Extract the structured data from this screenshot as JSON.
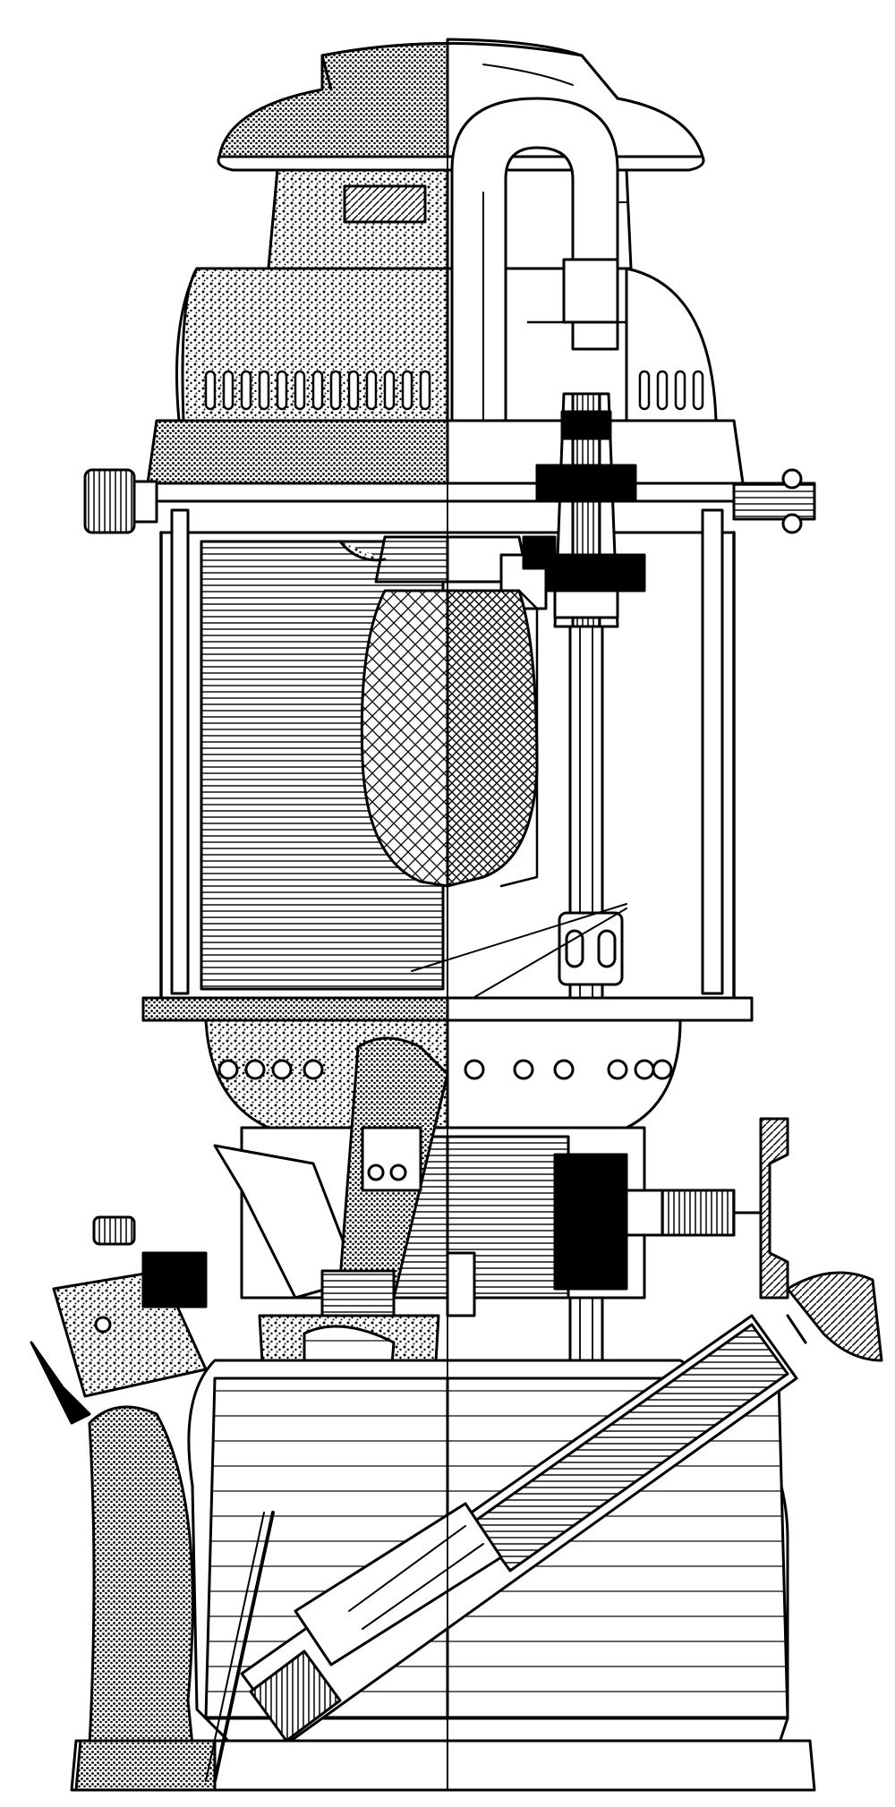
{
  "image": {
    "subject": "pressure-lantern-cutaway",
    "style": "black-ink-technical-illustration",
    "background_color": "#ffffff",
    "ink_color": "#000000",
    "text_labels": []
  },
  "parts": [
    {
      "name": "hood",
      "icon": "dome-icon"
    },
    {
      "name": "chimney-vent",
      "icon": "vent-icon"
    },
    {
      "name": "generator-tube",
      "icon": "u-tube-icon"
    },
    {
      "name": "glass-globe",
      "icon": "cylinder-icon"
    },
    {
      "name": "mantle",
      "icon": "mesh-icon"
    },
    {
      "name": "burner-bowl",
      "icon": "bowl-icon"
    },
    {
      "name": "fuel-valve",
      "icon": "valve-icon"
    },
    {
      "name": "preheater-torch",
      "icon": "torch-icon"
    },
    {
      "name": "pump-plunger",
      "icon": "pump-icon"
    },
    {
      "name": "fuel-tank",
      "icon": "tank-icon"
    },
    {
      "name": "filler-cap",
      "icon": "cap-icon"
    }
  ]
}
